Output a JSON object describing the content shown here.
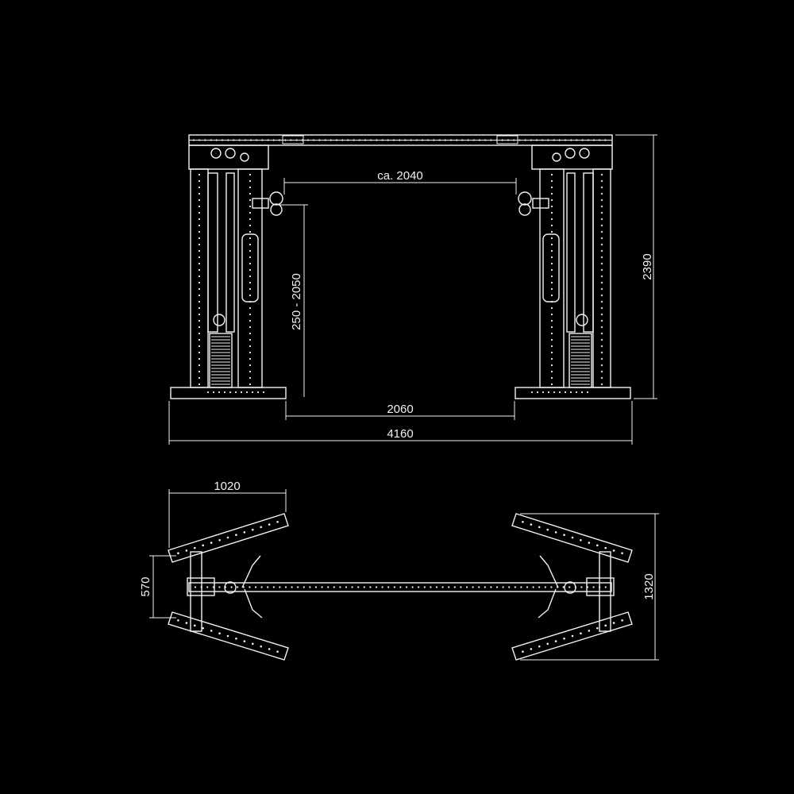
{
  "colors": {
    "background": "#000000",
    "line": "#f2f2f2"
  },
  "front_view": {
    "dims": {
      "top_span": "ca. 2040",
      "handle_height": "250 - 2050",
      "total_height": "2390",
      "inner_base": "2060",
      "total_width": "4160"
    }
  },
  "top_view": {
    "dims": {
      "arm_length": "1020",
      "inner_depth": "570",
      "total_depth": "1320"
    }
  }
}
